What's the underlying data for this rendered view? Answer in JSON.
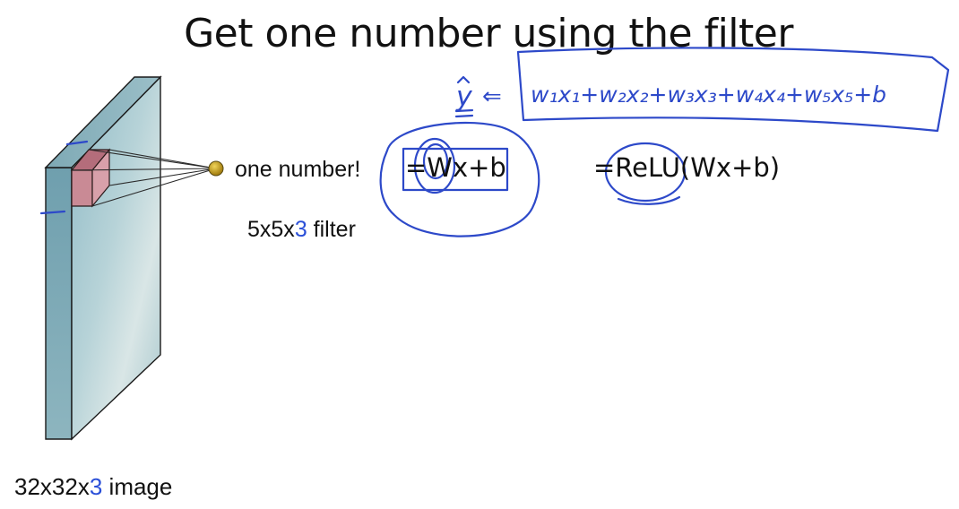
{
  "slide": {
    "title": "Get one number using the filter",
    "one_number_label": "one number!",
    "filter_label": {
      "prefix": "5x5x",
      "depth": "3",
      "suffix": " filter"
    },
    "image_label": {
      "prefix": "32x32x",
      "depth": "3",
      "suffix": " image"
    },
    "equation_1": "=Wx+b",
    "equation_2": "=ReLU(Wx+b)"
  },
  "annotations": {
    "y_hat": "y",
    "arrow": "⇐",
    "expansion": "w₁x₁+w₂x₂+w₃x₃+w₄x₄+w₅x₅+b"
  },
  "colors": {
    "accent_text": "#2a4fd8",
    "ink": "#2d49c9",
    "volume_face": "#9fc4cc",
    "filter_face": "#c98a95",
    "neuron": "#c9a21a"
  }
}
